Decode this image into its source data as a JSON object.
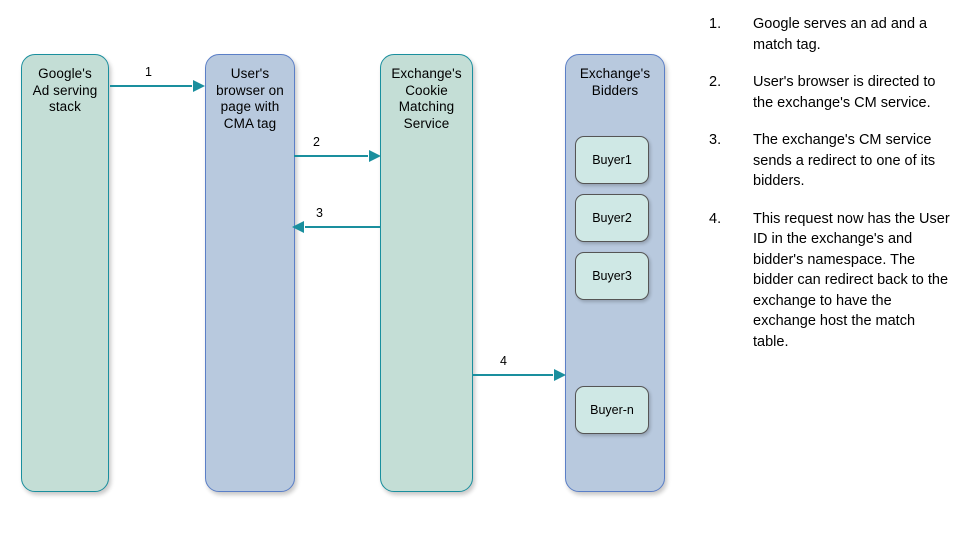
{
  "diagram": {
    "type": "flow-diagram",
    "title": "Cookie matching flow between Google ad serving, user browser, exchange CM service and bidders",
    "colors": {
      "green_fill": "#c4ded6",
      "green_border": "#1a8f9e",
      "blue_fill": "#b8c9de",
      "blue_border": "#5b7fc7",
      "buyer_fill": "#cfe8e5",
      "buyer_border": "#555555",
      "arrow": "#1a8f9e",
      "text": "#000000",
      "background": "#ffffff"
    },
    "lanes": [
      {
        "id": "google",
        "label": "Google's\nAd serving\nstack",
        "style": "green"
      },
      {
        "id": "browser",
        "label": "User's\nbrowser on\npage with\nCMA tag",
        "style": "blue"
      },
      {
        "id": "cms",
        "label": "Exchange's\nCookie\nMatching\nService",
        "style": "green"
      },
      {
        "id": "bidders",
        "label": "Exchange's\nBidders",
        "style": "blue"
      }
    ],
    "buyers": [
      {
        "id": "buyer-1",
        "label": "Buyer1"
      },
      {
        "id": "buyer-2",
        "label": "Buyer2"
      },
      {
        "id": "buyer-3",
        "label": "Buyer3"
      },
      {
        "id": "buyer-n",
        "label": "Buyer-n"
      }
    ],
    "arrows": [
      {
        "id": "arrow-1",
        "label": "1",
        "from": "google",
        "to": "browser",
        "direction": "right"
      },
      {
        "id": "arrow-2",
        "label": "2",
        "from": "browser",
        "to": "cms",
        "direction": "right"
      },
      {
        "id": "arrow-3",
        "label": "3",
        "from": "cms",
        "to": "browser",
        "direction": "left"
      },
      {
        "id": "arrow-4",
        "label": "4",
        "from": "cms",
        "to": "bidders",
        "direction": "right"
      }
    ]
  },
  "steps": [
    {
      "num": "1.",
      "text": "Google serves an ad and a match tag."
    },
    {
      "num": "2.",
      "text": "User's browser is directed to the exchange's CM service."
    },
    {
      "num": "3.",
      "text": "The exchange's CM service sends a redirect to one of its bidders."
    },
    {
      "num": "4.",
      "text": "This request now has the User ID in the exchange's and bidder's namespace. The bidder can redirect back to the exchange to have the exchange host the match table."
    }
  ]
}
